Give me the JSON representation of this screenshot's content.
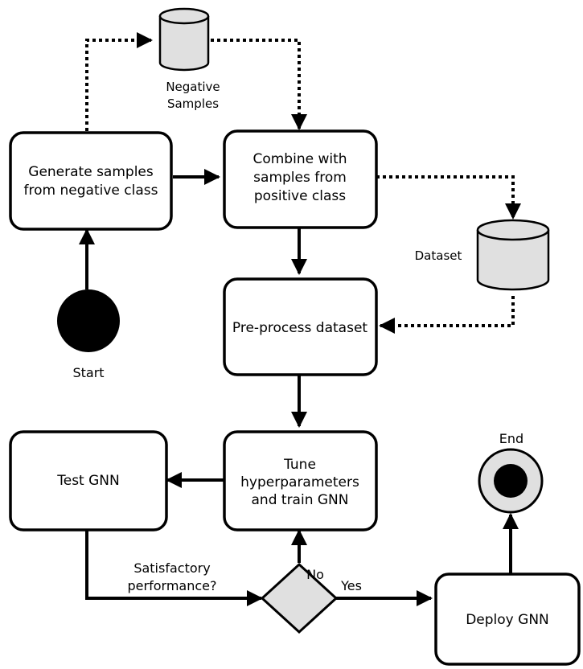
{
  "nodes": {
    "generate": {
      "lines": [
        "Generate samples",
        "from negative class"
      ]
    },
    "combine": {
      "lines": [
        "Combine with",
        "samples from",
        "positive class"
      ]
    },
    "preprocess": {
      "lines": [
        "Pre-process dataset"
      ]
    },
    "tune": {
      "lines": [
        "Tune",
        "hyperparameters",
        "and train GNN"
      ]
    },
    "test": {
      "lines": [
        "Test GNN"
      ]
    },
    "deploy": {
      "lines": [
        "Deploy GNN"
      ]
    },
    "negative_db": {
      "lines": [
        "Negative",
        "Samples"
      ]
    },
    "dataset_db": {
      "lines": [
        "Dataset"
      ]
    },
    "decision": {
      "lines": [
        "Satisfactory",
        "performance?"
      ]
    }
  },
  "labels": {
    "start": "Start",
    "end": "End",
    "yes": "Yes",
    "no": "No"
  },
  "colors": {
    "stroke": "#000000",
    "fill_light": "#e0e0e0",
    "fill_white": "#ffffff"
  }
}
